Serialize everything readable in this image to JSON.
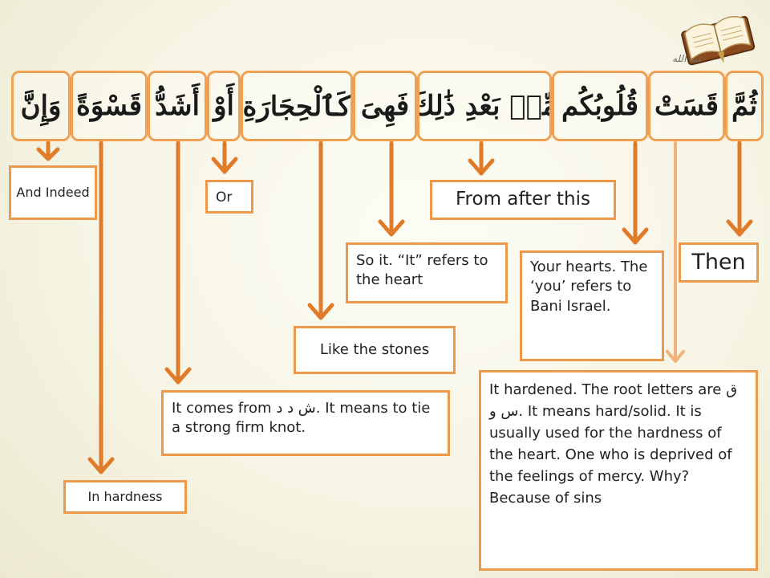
{
  "words": [
    {
      "arabic": "وَإِنَّ",
      "key": "wa-inna"
    },
    {
      "arabic": "قَسْوَةً",
      "key": "qaswatan"
    },
    {
      "arabic": "أَشَدُّ",
      "key": "ashaddu"
    },
    {
      "arabic": "أَوْ",
      "key": "aw"
    },
    {
      "arabic": "كَٱلْحِجَارَةِ",
      "key": "kal-hijarah"
    },
    {
      "arabic": "فَهِىَ",
      "key": "fahiya"
    },
    {
      "arabic": "مِّنۢ بَعْدِ ذَٰلِكَ",
      "key": "min-bad-dhalik"
    },
    {
      "arabic": "قُلُوبُكُم",
      "key": "qulubukum"
    },
    {
      "arabic": "قَسَتْ",
      "key": "qasat"
    },
    {
      "arabic": "ثُمَّ",
      "key": "thumma"
    }
  ],
  "labels": {
    "and_indeed": "And Indeed",
    "in_hardness": "In hardness",
    "ashaddu": "It comes from ش د د. It means to tie a strong firm knot.",
    "or": "Or",
    "like_the_stones": "Like the stones",
    "so_it": "So it. “It” refers to the heart",
    "from_after_this": "From after this",
    "your_hearts": "Your hearts. The ‘you’ refers to Bani Israel.",
    "then": "Then",
    "it_hardened": "It hardened. The root letters are ق س و. It means hard/solid. It is usually used for the hardness of the heart. One who is deprived of the feelings of mercy. Why? Because of sins"
  },
  "decor": {
    "book_icon": "open-book-icon",
    "calligraphy_signature": "عبد الله"
  },
  "colors": {
    "arrow": "#e07b2a",
    "box_border": "#ec9a4a",
    "word_border": "#f0a050",
    "qasat_arrow": "#f2b27a"
  }
}
